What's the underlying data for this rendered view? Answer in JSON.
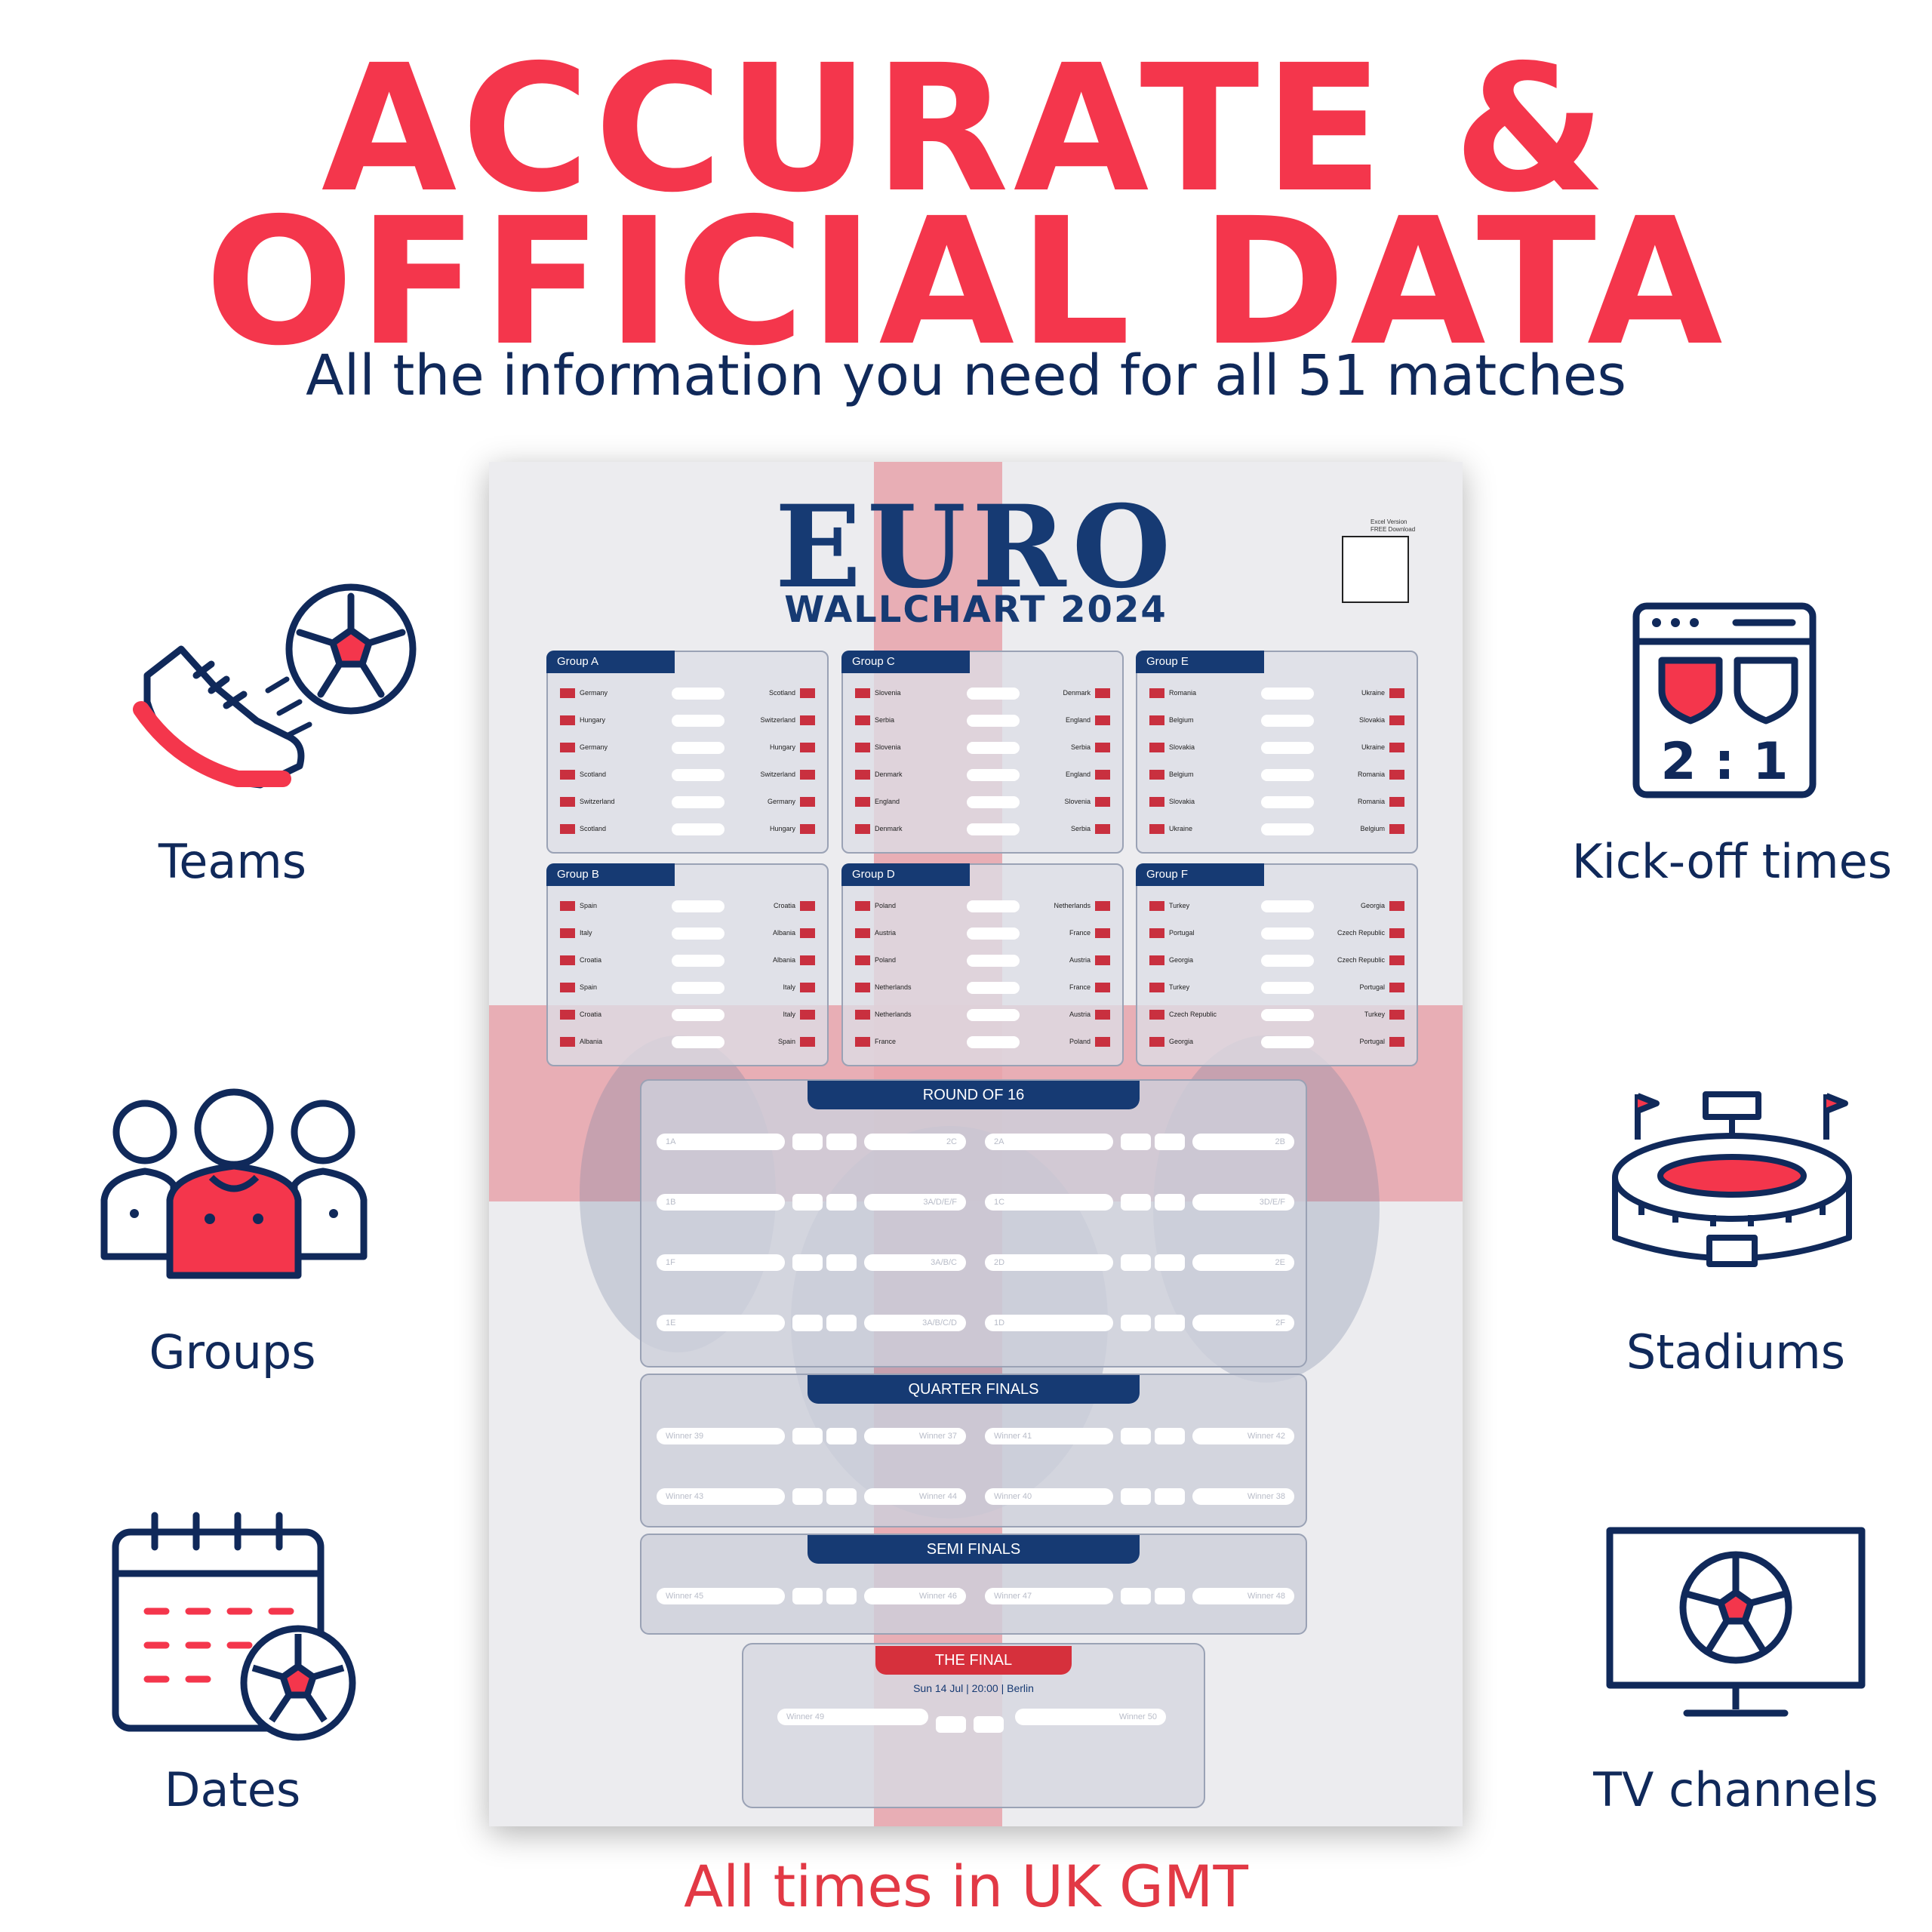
{
  "headline": {
    "line1": "ACCURATE &",
    "line2": "OFFICIAL DATA",
    "subtitle": "All the information you need for all 51 matches"
  },
  "features": {
    "teams": "Teams",
    "groups": "Groups",
    "dates": "Dates",
    "kickoff": "Kick-off times",
    "kickoff_score": "2 : 1",
    "stadiums": "Stadiums",
    "tv": "TV channels"
  },
  "poster": {
    "title": "EURO",
    "subtitle": "WALLCHART 2024",
    "qr_text_1": "Excel Version",
    "qr_text_2": "FREE Download",
    "groups": [
      {
        "name": "Group A",
        "rows": [
          [
            "Germany",
            "Scotland"
          ],
          [
            "Hungary",
            "Switzerland"
          ],
          [
            "Germany",
            "Hungary"
          ],
          [
            "Scotland",
            "Switzerland"
          ],
          [
            "Switzerland",
            "Germany"
          ],
          [
            "Scotland",
            "Hungary"
          ]
        ]
      },
      {
        "name": "Group C",
        "rows": [
          [
            "Slovenia",
            "Denmark"
          ],
          [
            "Serbia",
            "England"
          ],
          [
            "Slovenia",
            "Serbia"
          ],
          [
            "Denmark",
            "England"
          ],
          [
            "England",
            "Slovenia"
          ],
          [
            "Denmark",
            "Serbia"
          ]
        ]
      },
      {
        "name": "Group E",
        "rows": [
          [
            "Romania",
            "Ukraine"
          ],
          [
            "Belgium",
            "Slovakia"
          ],
          [
            "Slovakia",
            "Ukraine"
          ],
          [
            "Belgium",
            "Romania"
          ],
          [
            "Slovakia",
            "Romania"
          ],
          [
            "Ukraine",
            "Belgium"
          ]
        ]
      },
      {
        "name": "Group B",
        "rows": [
          [
            "Spain",
            "Croatia"
          ],
          [
            "Italy",
            "Albania"
          ],
          [
            "Croatia",
            "Albania"
          ],
          [
            "Spain",
            "Italy"
          ],
          [
            "Croatia",
            "Italy"
          ],
          [
            "Albania",
            "Spain"
          ]
        ]
      },
      {
        "name": "Group D",
        "rows": [
          [
            "Poland",
            "Netherlands"
          ],
          [
            "Austria",
            "France"
          ],
          [
            "Poland",
            "Austria"
          ],
          [
            "Netherlands",
            "France"
          ],
          [
            "Netherlands",
            "Austria"
          ],
          [
            "France",
            "Poland"
          ]
        ]
      },
      {
        "name": "Group F",
        "rows": [
          [
            "Turkey",
            "Georgia"
          ],
          [
            "Portugal",
            "Czech Republic"
          ],
          [
            "Georgia",
            "Czech Republic"
          ],
          [
            "Turkey",
            "Portugal"
          ],
          [
            "Czech Republic",
            "Turkey"
          ],
          [
            "Georgia",
            "Portugal"
          ]
        ]
      }
    ],
    "r16_title": "ROUND OF 16",
    "qf_title": "QUARTER FINALS",
    "sf_title": "SEMI FINALS",
    "r16_matches": [
      {
        "left": "1A",
        "right": "2C"
      },
      {
        "left": "2A",
        "right": "2B"
      },
      {
        "left": "1B",
        "right": "3A/D/E/F"
      },
      {
        "left": "1C",
        "right": "3D/E/F"
      },
      {
        "left": "1F",
        "right": "3A/B/C"
      },
      {
        "left": "2D",
        "right": "2E"
      },
      {
        "left": "1E",
        "right": "3A/B/C/D"
      },
      {
        "left": "1D",
        "right": "2F"
      }
    ],
    "qf_matches": [
      {
        "left": "Winner 39",
        "right": "Winner 37"
      },
      {
        "left": "Winner 41",
        "right": "Winner 42"
      },
      {
        "left": "Winner 43",
        "right": "Winner 44"
      },
      {
        "left": "Winner 40",
        "right": "Winner 38"
      }
    ],
    "sf_matches": [
      {
        "left": "Winner 45",
        "right": "Winner 46"
      },
      {
        "left": "Winner 47",
        "right": "Winner 48"
      }
    ],
    "final_title": "THE FINAL",
    "final_info": "Sun 14 Jul | 20:00 | Berlin",
    "final_left": "Winner 49",
    "final_right": "Winner 50"
  },
  "footnote": "All times in UK GMT",
  "colors": {
    "accent": "#f4364c",
    "navy": "#10295a",
    "poster_navy": "#163a73"
  }
}
